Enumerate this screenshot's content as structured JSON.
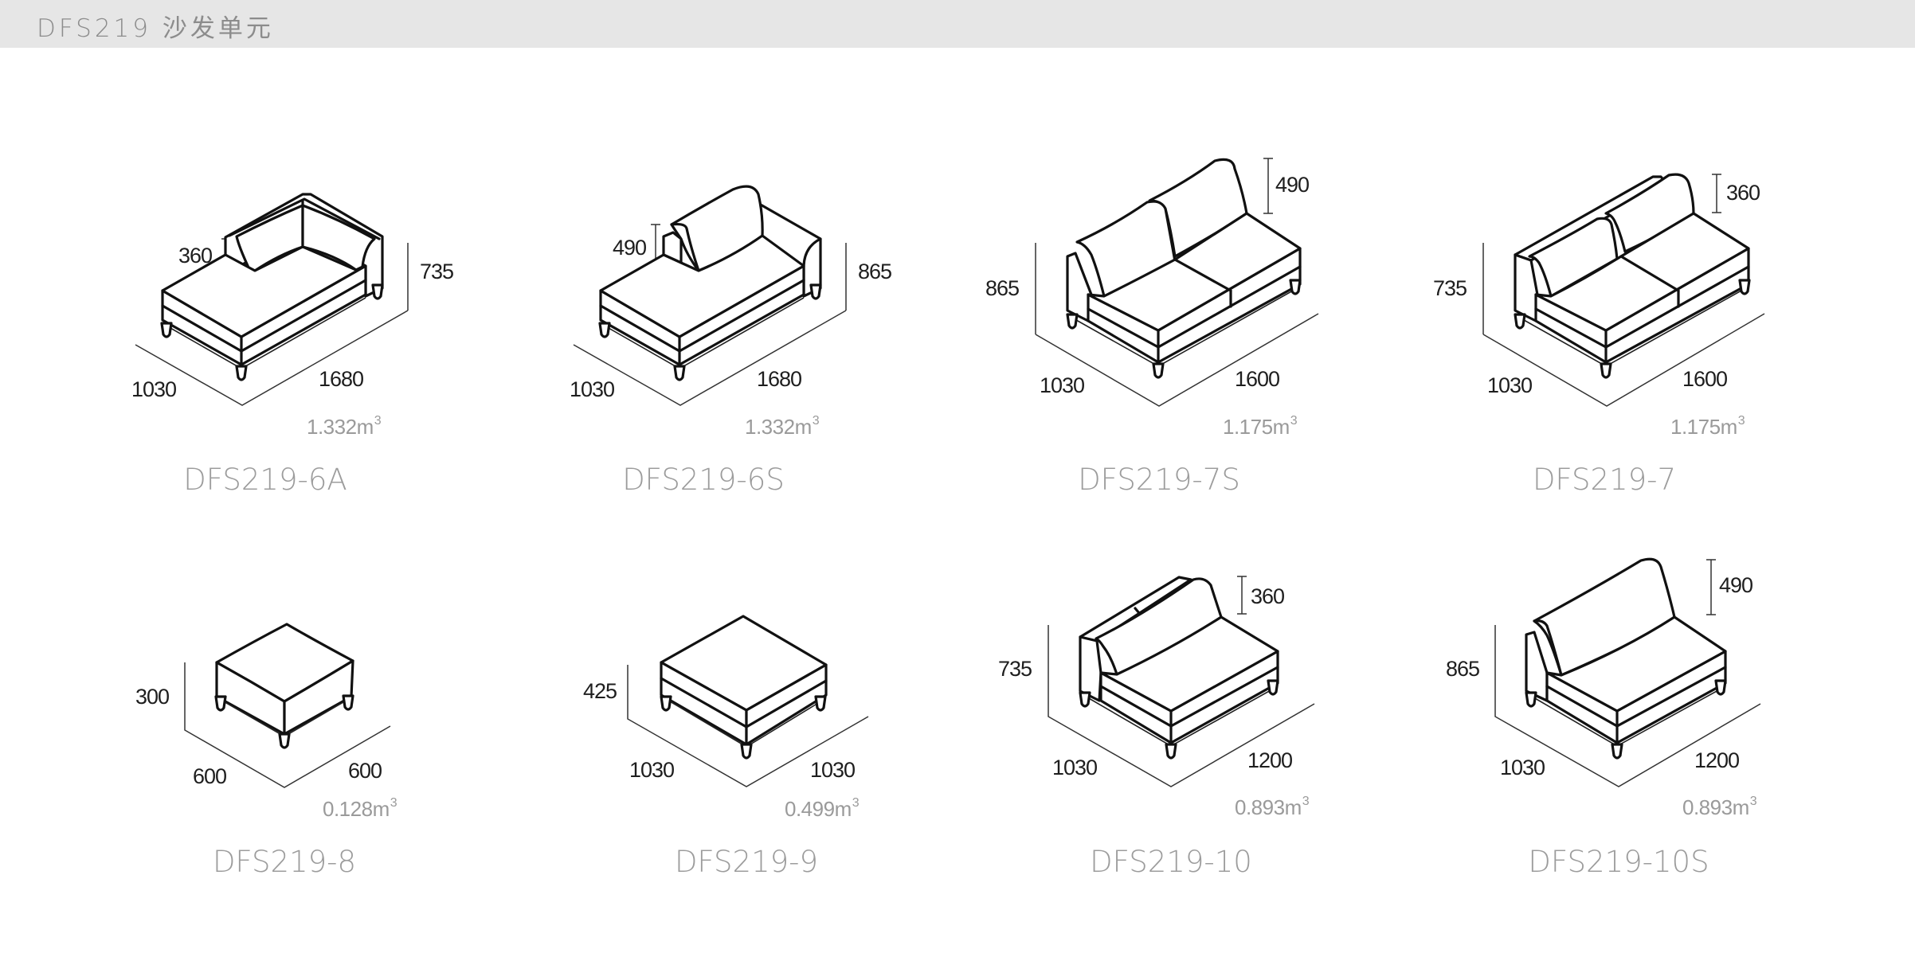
{
  "header": {
    "title": "DFS219 沙发单元"
  },
  "volume_unit_sup": "3",
  "items": [
    {
      "model": "DFS219-6A",
      "height": "735",
      "depth": "1030",
      "width": "1680",
      "back_height": "360",
      "volume": "1.332m"
    },
    {
      "model": "DFS219-6S",
      "height": "865",
      "depth": "1030",
      "width": "1680",
      "back_height": "490",
      "volume": "1.332m"
    },
    {
      "model": "DFS219-7S",
      "height": "865",
      "depth": "1030",
      "width": "1600",
      "back_height": "490",
      "volume": "1.175m"
    },
    {
      "model": "DFS219-7",
      "height": "735",
      "depth": "1030",
      "width": "1600",
      "back_height": "360",
      "volume": "1.175m"
    },
    {
      "model": "DFS219-8",
      "height": "300",
      "depth": "600",
      "width": "600",
      "volume": "0.128m"
    },
    {
      "model": "DFS219-9",
      "height": "425",
      "depth": "1030",
      "width": "1030",
      "volume": "0.499m"
    },
    {
      "model": "DFS219-10",
      "height": "735",
      "depth": "1030",
      "width": "1200",
      "back_height": "360",
      "volume": "0.893m"
    },
    {
      "model": "DFS219-10S",
      "height": "865",
      "depth": "1030",
      "width": "1200",
      "back_height": "490",
      "volume": "0.893m"
    }
  ]
}
